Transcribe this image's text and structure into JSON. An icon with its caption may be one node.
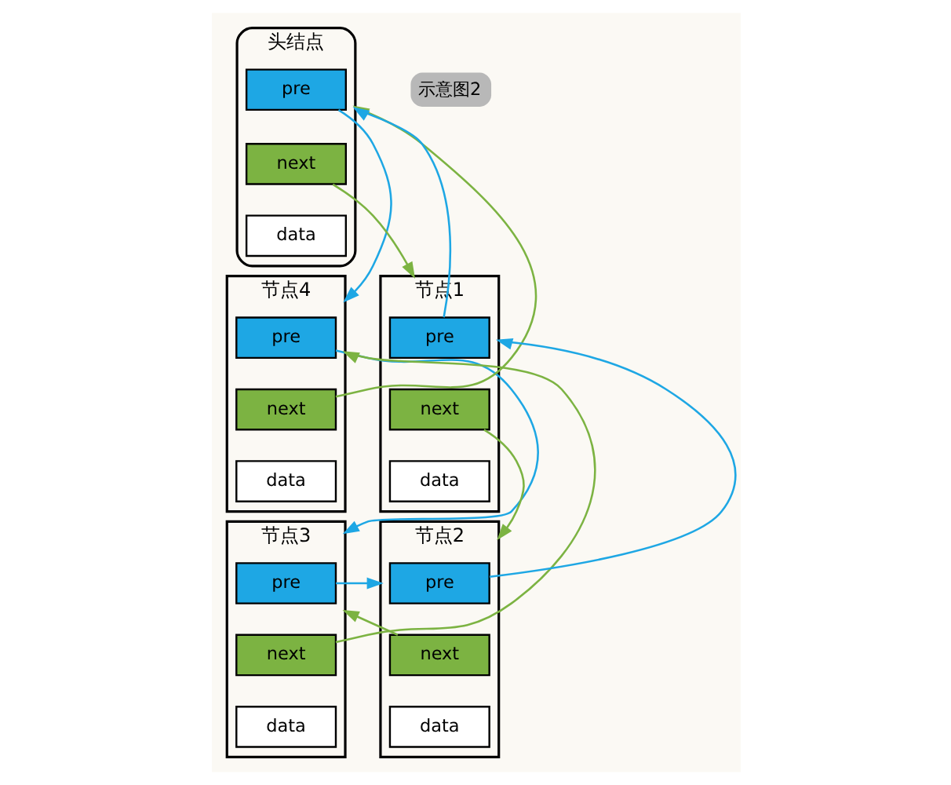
{
  "diagram": {
    "nodes": [
      {
        "text": [
          "头结点"
        ]
      },
      {
        "text": [
          "pre"
        ],
        "in": 0
      },
      {
        "text": [
          "next"
        ],
        "in": 0
      },
      {
        "text": [
          "data"
        ],
        "in": 0
      },
      {
        "text": [
          "节点1"
        ]
      },
      {
        "text": [
          "pre"
        ],
        "in": 4
      },
      {
        "text": [
          "next"
        ],
        "in": 4
      },
      {
        "text": [
          "data"
        ],
        "in": 4
      },
      {
        "text": [
          "节点2"
        ]
      },
      {
        "text": [
          "pre"
        ],
        "in": 8
      },
      {
        "text": [
          "next"
        ],
        "in": 8
      },
      {
        "text": [
          "data"
        ],
        "in": 8
      },
      {
        "text": [
          "节点3"
        ]
      },
      {
        "text": [
          "pre"
        ],
        "in": 12
      },
      {
        "text": [
          "next"
        ],
        "in": 12
      },
      {
        "text": [
          "data"
        ],
        "in": 12
      },
      {
        "text": [
          "节点4"
        ]
      },
      {
        "text": [
          "pre"
        ],
        "in": 16
      },
      {
        "text": [
          "next"
        ],
        "in": 16
      },
      {
        "text": [
          "data"
        ],
        "in": 16
      }
    ],
    "edges": [
      {
        "from": 1,
        "to": 16,
        "arrow": "to",
        "color": "#1ea7e4"
      },
      {
        "from": 2,
        "to": 4,
        "arrow": "to",
        "color": "#7cb342"
      },
      {
        "from": 5,
        "to": 0,
        "arrow": "to",
        "color": "#1ea7e4"
      },
      {
        "from": 6,
        "to": 8,
        "arrow": "to",
        "color": "#7cb342"
      },
      {
        "from": 9,
        "to": 4,
        "arrow": "to",
        "color": "#1ea7e4"
      },
      {
        "from": 10,
        "to": 12,
        "arrow": "to",
        "color": "#7cb342"
      },
      {
        "from": 13,
        "to": 8,
        "arrow": "to",
        "color": "#1ea7e4"
      },
      {
        "from": 14,
        "to": 16,
        "arrow": "to",
        "color": "#7cb342"
      },
      {
        "from": 17,
        "to": 12,
        "arrow": "to",
        "color": "#1ea7e4"
      },
      {
        "from": 18,
        "to": 0,
        "arrow": "to",
        "color": "#7cb342"
      }
    ],
    "labels": [
      "示意图2"
    ]
  }
}
